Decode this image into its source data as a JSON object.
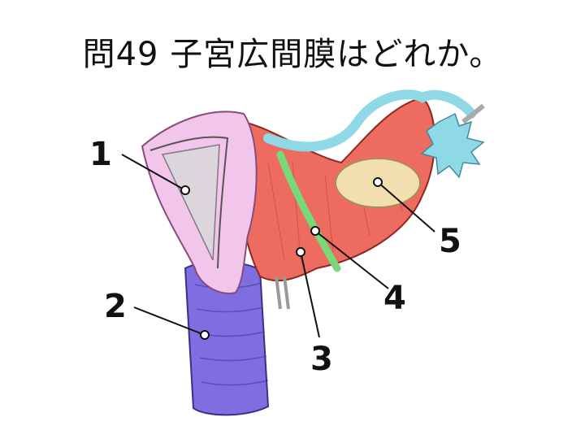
{
  "title": "問49 子宮広間膜はどれか。",
  "labels": [
    {
      "id": "1",
      "text": "1"
    },
    {
      "id": "2",
      "text": "2"
    },
    {
      "id": "3",
      "text": "3"
    },
    {
      "id": "4",
      "text": "4"
    },
    {
      "id": "5",
      "text": "5"
    }
  ],
  "colors": {
    "uterus": "#f2c6ea",
    "vagina": "#7f6ee0",
    "broad_ligament": "#ee6b5f",
    "round_ligament": "#78d978",
    "ovary": "#f2dfb0",
    "tube": "#8fd9e6"
  }
}
